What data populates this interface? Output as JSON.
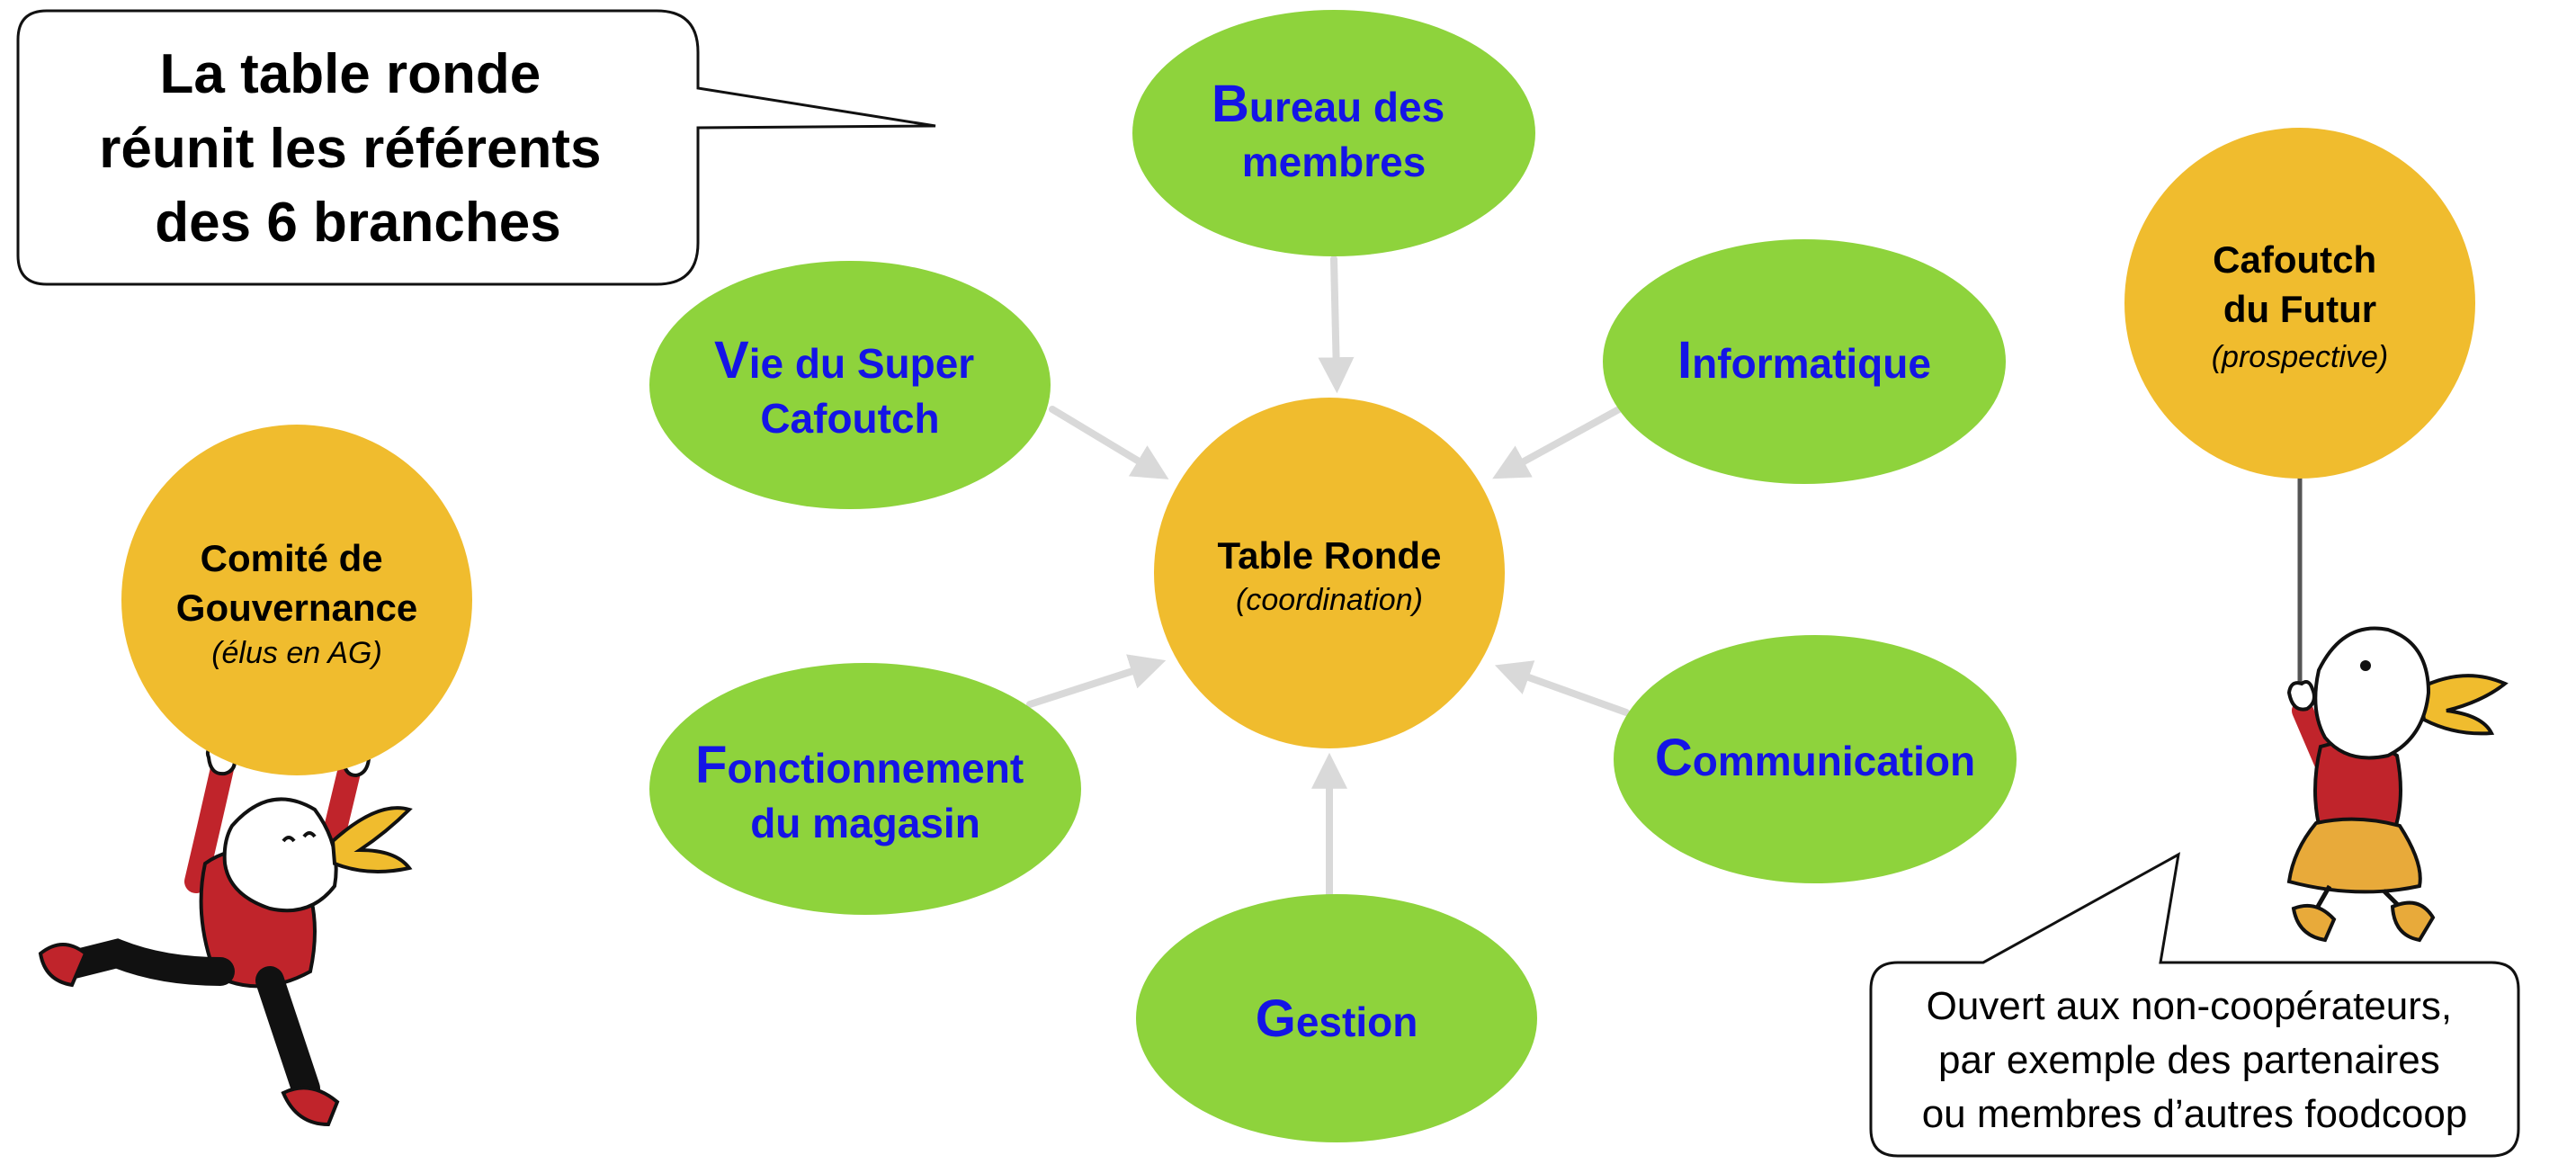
{
  "callout_top": {
    "lines": [
      "La table ronde",
      "réunit les référents",
      "des 6 branches"
    ]
  },
  "callout_bottom": {
    "lines": [
      "Ouvert aux non-coopérateurs,",
      "par exemple des partenaires",
      "ou membres d’autres foodcoop"
    ]
  },
  "center": {
    "title": "Table Ronde",
    "subtitle": "(coordination)"
  },
  "branches": {
    "bureau": {
      "line1_initial": "B",
      "line1_rest": "ureau des",
      "line2": "membres"
    },
    "vie": {
      "line1_initial": "V",
      "line1_rest": "ie du Super",
      "line2": "Cafoutch"
    },
    "informatique": {
      "initial": "I",
      "rest": "nformatique"
    },
    "fonctionnement": {
      "line1_initial": "F",
      "line1_rest": "onctionnement",
      "line2": "du magasin"
    },
    "communication": {
      "initial": "C",
      "rest": "ommunication"
    },
    "gestion": {
      "initial": "G",
      "rest": "estion"
    }
  },
  "governance": {
    "line1": "Comité de",
    "line2": "Gouvernance",
    "subtitle": "(élus en AG)"
  },
  "future": {
    "line1": "Cafoutch",
    "line2": "du Futur",
    "subtitle": "(prospective)"
  },
  "colors": {
    "green_node": "#8ed33c",
    "orange_node": "#f0bc2e",
    "branch_text": "#1414e6",
    "arrow": "#d9d9d9",
    "shirt": "#c0242b"
  }
}
